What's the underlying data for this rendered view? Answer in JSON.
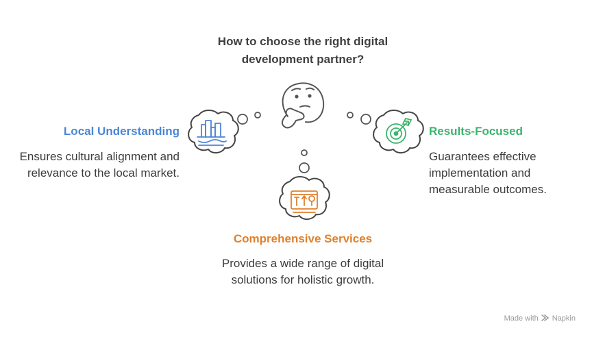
{
  "title": "How to choose the right digital development partner?",
  "nodes": {
    "left": {
      "heading": "Local Understanding",
      "description": "Ensures cultural alignment and relevance to the local market.",
      "icon": "city-skyline-icon",
      "color": "#4a86d6"
    },
    "right": {
      "heading": "Results-Focused",
      "description": "Guarantees effective implementation and measurable outcomes.",
      "icon": "target-icon",
      "color": "#3cb46e"
    },
    "bottom": {
      "heading": "Comprehensive Services",
      "description": "Provides a wide range of digital solutions for holistic growth.",
      "icon": "toolbox-icon",
      "color": "#e0802c"
    }
  },
  "center_icon": "thinking-face-icon",
  "footer": {
    "made_with": "Made with",
    "brand": "Napkin"
  }
}
